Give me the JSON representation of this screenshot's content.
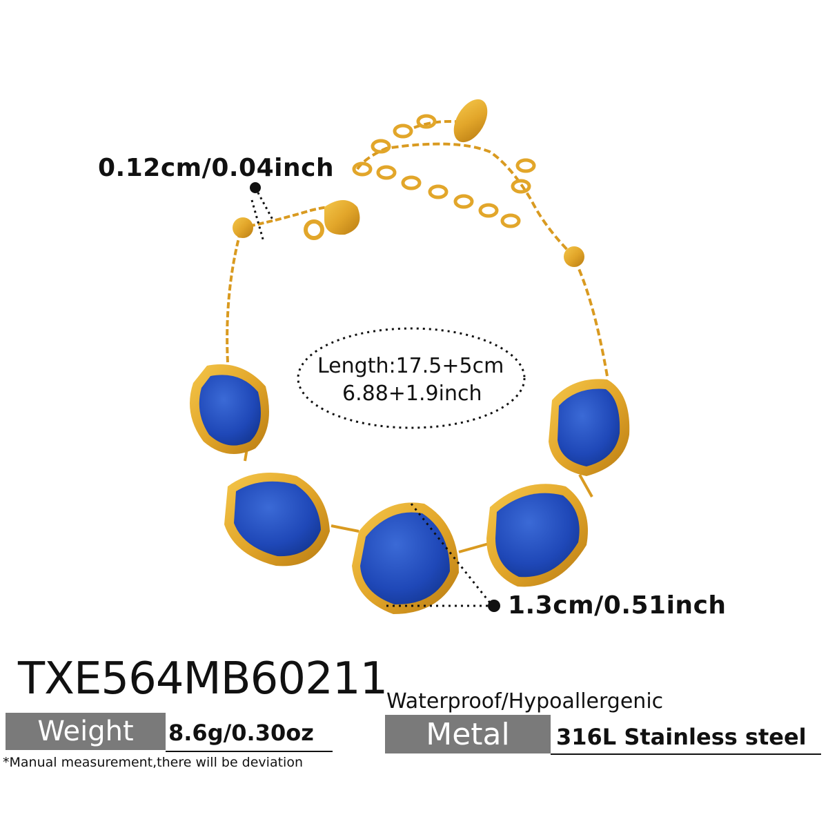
{
  "dimensions": {
    "wire_thickness": "0.12cm/0.04inch",
    "stone_size": "1.3cm/0.51inch"
  },
  "length": {
    "line1": "Length:17.5+5cm",
    "line2": "6.88+1.9inch"
  },
  "product": {
    "sku": "TXE564MB60211",
    "features": "Waterproof/Hypoallergenic"
  },
  "specs": {
    "weight_label": "Weight",
    "weight_value": "8.6g/0.30oz",
    "metal_label": "Metal",
    "metal_value": "316L Stainless steel"
  },
  "disclaimer": "*Manual measurement,there will be deviation",
  "colors": {
    "gold": "#e2a62a",
    "gold_dark": "#b97c12",
    "stone_blue": "#1f48b8",
    "stone_highlight": "#3b6ad6",
    "label_gray": "#7a7a7a"
  }
}
